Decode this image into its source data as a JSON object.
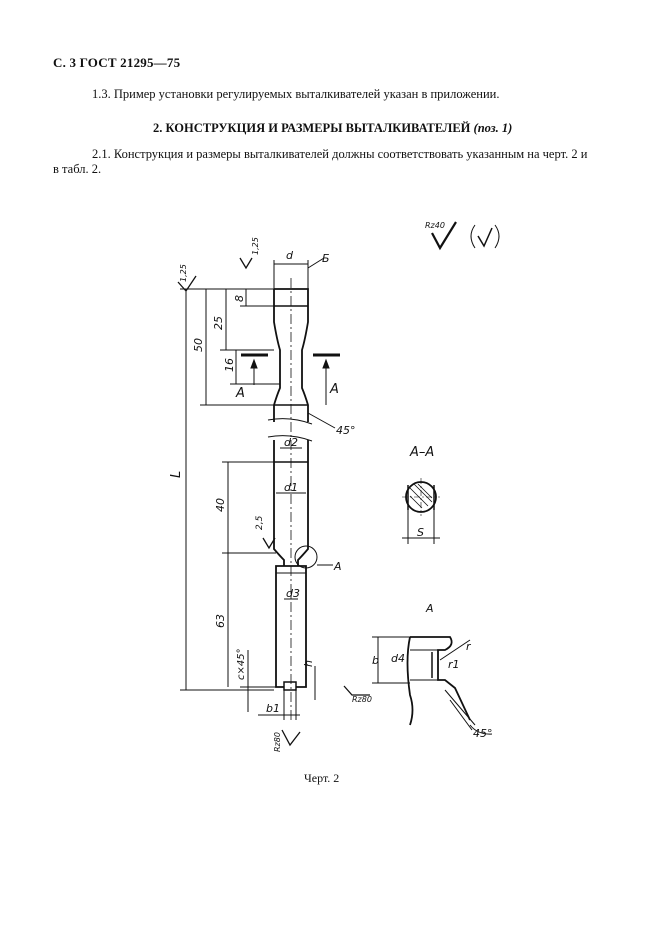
{
  "header": "С. 3 ГОСТ 21295—75",
  "para_1_3": "1.3.  Пример установки регулируемых выталкивателей указан в приложении.",
  "section_title": "2. КОНСТРУКЦИЯ И РАЗМЕРЫ ВЫТАЛКИВАТЕЛЕЙ",
  "section_title_ref": "(поз. 1)",
  "para_2_1_line1": "2.1.  Конструкция и размеры выталкивателей должны соответствовать указанным на черт. 2 и",
  "para_2_1_line2": "в табл. 2.",
  "drawing": {
    "roughness_main": "Rz40",
    "roughness_tick": "1,25",
    "dim_d": "d",
    "label_B": "Б",
    "dim_8": "8",
    "dim_25": "25",
    "dim_50": "50",
    "dim_16": "16",
    "section_mark": "А",
    "angle_45": "45°",
    "dim_d2": "d2",
    "dim_L": "L",
    "dim_40": "40",
    "dim_d1": "d1",
    "roughness_25": "2,5",
    "detail_mark": "А",
    "dim_d3": "d3",
    "dim_63": "63",
    "chamfer": "c×45°",
    "dim_h": "h",
    "dim_b1": "b1",
    "rz80": "Rz80",
    "section_title": "А–А",
    "dim_S": "S",
    "detail_title": "А",
    "dim_b": "b",
    "dim_d4": "d4",
    "dim_r": "r",
    "dim_r1": "r1"
  },
  "caption": "Черт. 2"
}
